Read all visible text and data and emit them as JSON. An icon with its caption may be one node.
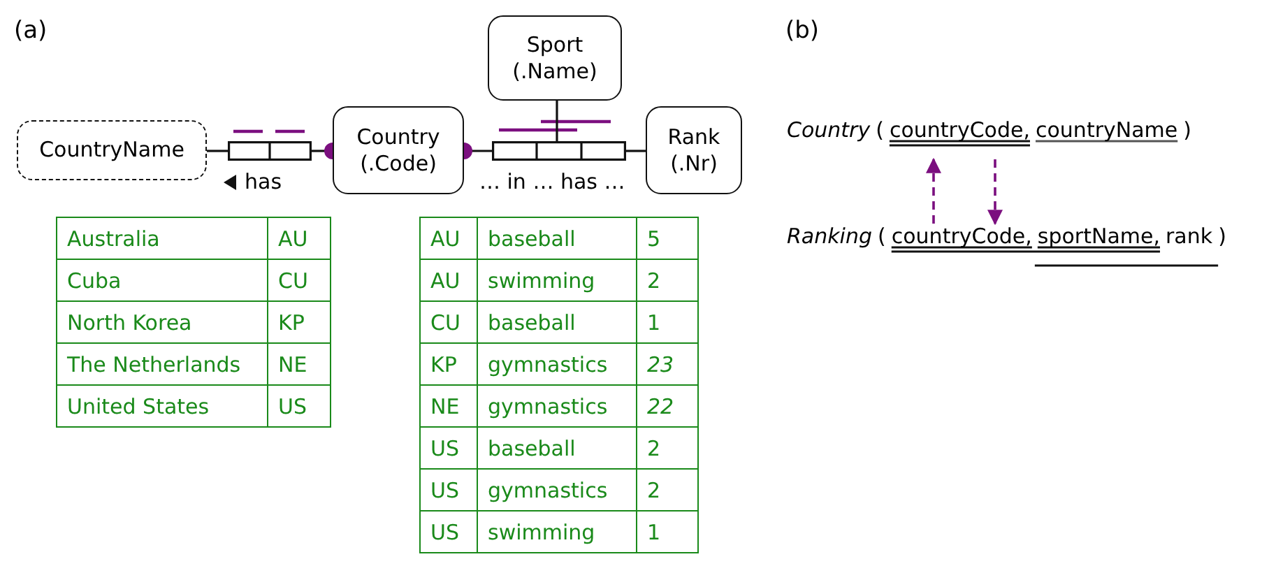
{
  "diagram": {
    "nodes": [
      {
        "text": [
          "CountryName"
        ]
      },
      {
        "text": [
          "Country",
          "(.Code)"
        ]
      },
      {
        "text": [
          "Sport",
          "(.Name)"
        ]
      },
      {
        "text": [
          "Rank",
          "(.Nr)"
        ]
      },
      {
        "text": [],
        "shape": "box",
        "beside": [
          "has"
        ]
      },
      {
        "text": [],
        "shape": "box",
        "beside": [
          "… in … has …"
        ]
      },
      {
        "text": [
          "Country",
          "(",
          "countryCode,",
          "countryName",
          ")"
        ]
      },
      {
        "text": [
          "Ranking",
          "(",
          "countryCode,",
          "sportName,",
          "rank",
          ")"
        ]
      }
    ],
    "edges": [
      {
        "from": 0,
        "to": 4,
        "arrow": "none"
      },
      {
        "from": 4,
        "to": 1,
        "arrow": "other"
      },
      {
        "from": 5,
        "to": 1,
        "arrow": "other"
      },
      {
        "from": 5,
        "to": 2,
        "arrow": "none"
      },
      {
        "from": 5,
        "to": 3,
        "arrow": "none"
      },
      {
        "from": 7,
        "to": 6,
        "arrow": "to",
        "style": "dashed",
        "color": "#7b0f7f"
      },
      {
        "from": 6,
        "to": 7,
        "arrow": "to",
        "style": "dashed",
        "color": "#7b0f7f"
      }
    ],
    "labels": [
      "(a)",
      "(b)",
      "Australia",
      "AU",
      "Cuba",
      "CU",
      "North Korea",
      "KP",
      "The Netherlands",
      "NE",
      "United States",
      "US",
      "AU",
      "baseball",
      "5",
      "AU",
      "swimming",
      "2",
      "CU",
      "baseball",
      "1",
      "KP",
      "gymnastics",
      "23",
      "NE",
      "gymnastics",
      "22",
      "US",
      "baseball",
      "2",
      "US",
      "gymnastics",
      "2",
      "US",
      "swimming",
      "1"
    ]
  }
}
